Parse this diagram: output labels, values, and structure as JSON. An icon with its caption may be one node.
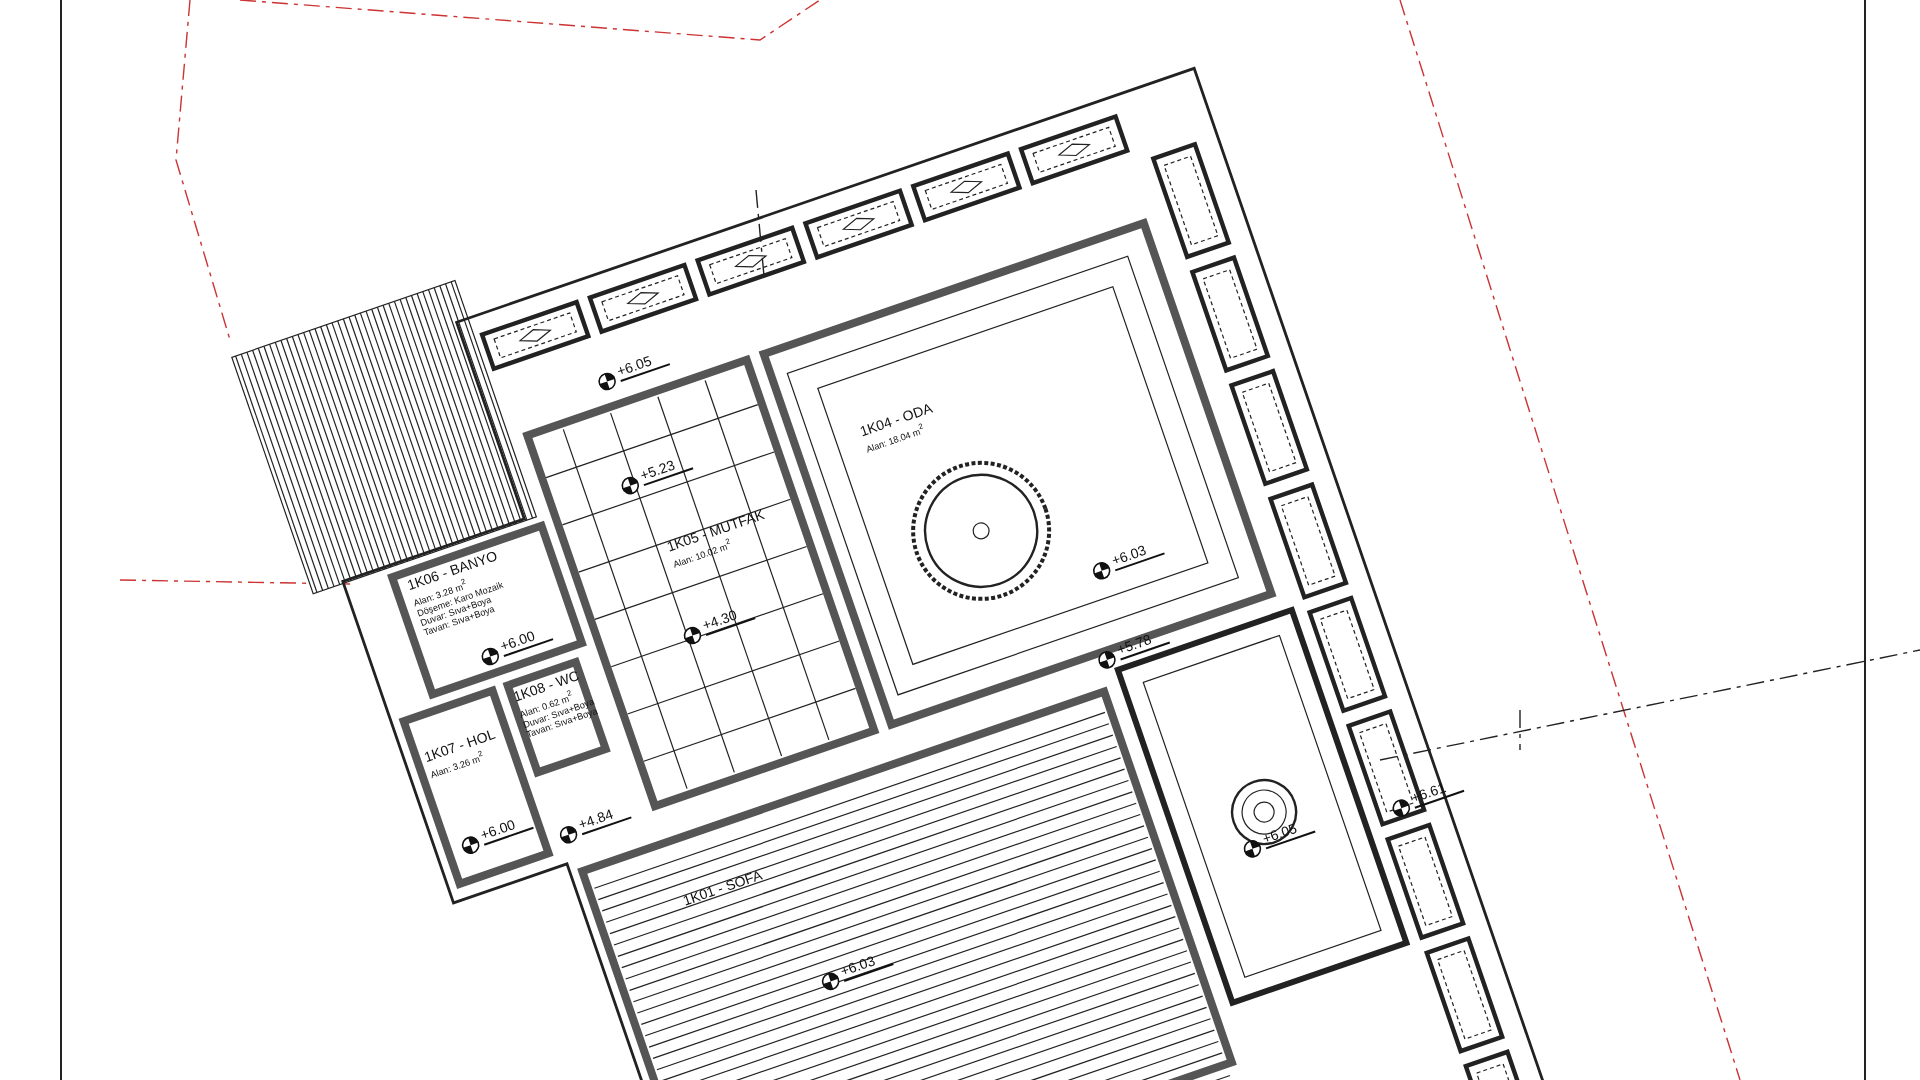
{
  "diagram": {
    "nodes": [
      {
        "text": [
          "1K04 - ODA",
          "Alan: 18.04 m$^{2}$"
        ]
      },
      {
        "text": [
          "1K05 - MUTFAK",
          "Alan: 10.02 m$^{2}$"
        ]
      },
      {
        "text": [
          "1K06 - BANYO",
          "Alan: 3.28 m$^{2}$",
          "Döşeme: Karo Mozaik",
          "Duvar: Sıva+Boya",
          "Tavan: Sıva+Boya"
        ]
      },
      {
        "text": [
          "1K08 - WC",
          "Alan: 0.62 m$^{2}$",
          "Duvar: Sıva+Boya",
          "Tavan: Sıva+Boya"
        ]
      },
      {
        "text": [
          "1K07 - HOL",
          "Alan: 3.26 m$^{2}$"
        ]
      },
      {
        "text": [
          "1K01 - SOFA"
        ]
      }
    ],
    "labels": [
      "+6.05",
      "+5.23",
      "+4.30",
      "+6.00",
      "+6.03",
      "+5.78",
      "+4.84",
      "+6.00",
      "+6.05",
      "+6.61",
      "+6.03"
    ]
  }
}
